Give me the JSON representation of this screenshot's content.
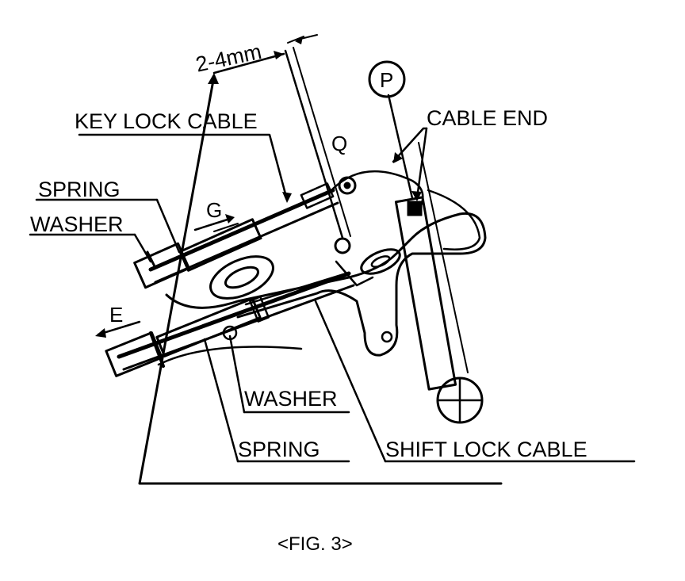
{
  "labels": {
    "dimension": "2-4mm",
    "key_lock_cable": "KEY LOCK CABLE",
    "cable_end": "CABLE END",
    "spring_top": "SPRING",
    "washer_top": "WASHER",
    "washer_bottom": "WASHER",
    "spring_bottom": "SPRING",
    "shift_lock_cable": "SHIFT LOCK CABLE",
    "letter_q": "Q",
    "letter_g": "G",
    "letter_e": "E",
    "letter_p": "P"
  },
  "caption": "<FIG. 3>"
}
